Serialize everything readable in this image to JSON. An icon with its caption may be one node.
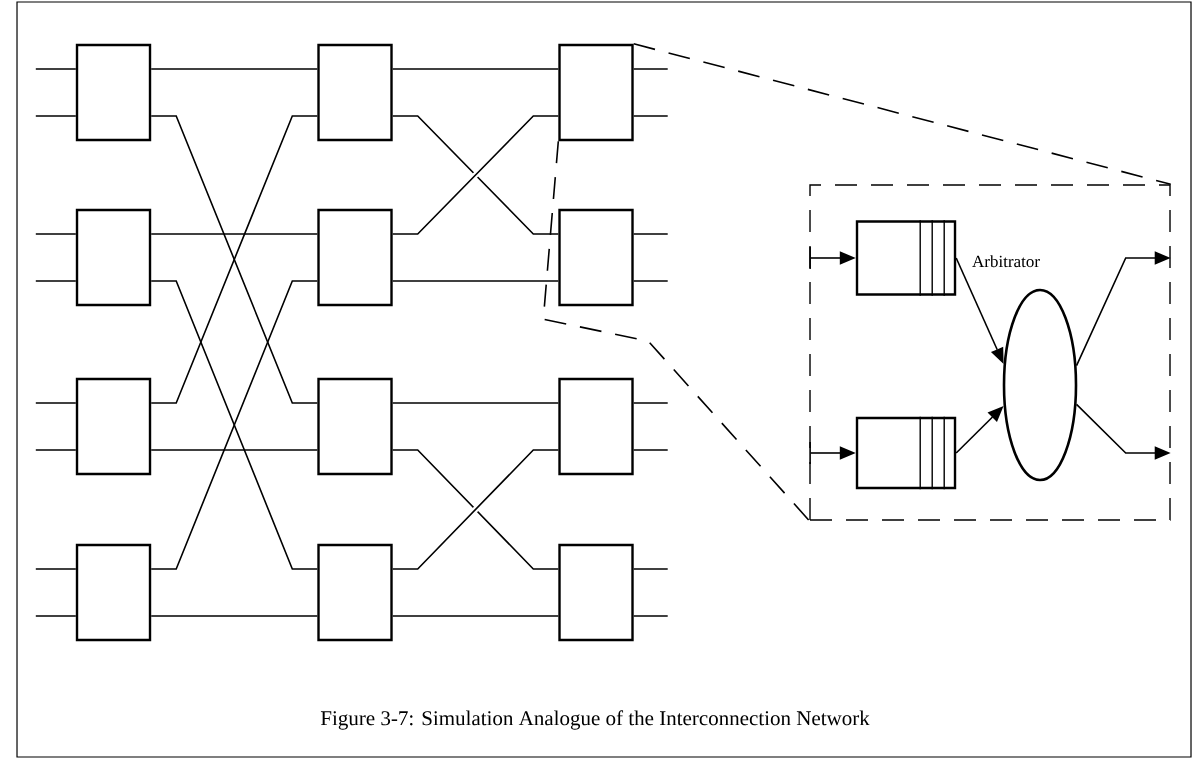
{
  "diagram": {
    "caption": "Figure 3-7: Simulation Analogue of the Interconnection Network",
    "nodes": [
      {
        "text": [],
        "shape": "box"
      },
      {
        "text": [],
        "shape": "box"
      },
      {
        "text": [],
        "shape": "box"
      },
      {
        "text": [],
        "shape": "box"
      },
      {
        "text": [],
        "shape": "box"
      },
      {
        "text": [],
        "shape": "box"
      },
      {
        "text": [],
        "shape": "box"
      },
      {
        "text": [],
        "shape": "box"
      },
      {
        "text": [],
        "shape": "box"
      },
      {
        "text": [],
        "shape": "box"
      },
      {
        "text": [],
        "shape": "box"
      },
      {
        "text": [],
        "shape": "box"
      },
      {
        "text": [],
        "shape": "box"
      },
      {
        "text": [],
        "shape": "box",
        "in": 12
      },
      {
        "text": [],
        "shape": "box",
        "in": 12
      },
      {
        "text": [
          "Arbitrator"
        ],
        "in": 12
      }
    ],
    "edges": [
      {
        "from": 0,
        "to": 4,
        "arrow": "none"
      },
      {
        "from": 0,
        "to": 6,
        "arrow": "none"
      },
      {
        "from": 1,
        "to": 5,
        "arrow": "none"
      },
      {
        "from": 1,
        "to": 7,
        "arrow": "none"
      },
      {
        "from": 2,
        "to": 4,
        "arrow": "none"
      },
      {
        "from": 2,
        "to": 6,
        "arrow": "none"
      },
      {
        "from": 3,
        "to": 5,
        "arrow": "none"
      },
      {
        "from": 3,
        "to": 7,
        "arrow": "none"
      },
      {
        "from": 4,
        "to": 8,
        "arrow": "none"
      },
      {
        "from": 4,
        "to": 9,
        "arrow": "none"
      },
      {
        "from": 5,
        "to": 8,
        "arrow": "none"
      },
      {
        "from": 5,
        "to": 9,
        "arrow": "none"
      },
      {
        "from": 6,
        "to": 10,
        "arrow": "none"
      },
      {
        "from": 6,
        "to": 11,
        "arrow": "none"
      },
      {
        "from": 7,
        "to": 10,
        "arrow": "none"
      },
      {
        "from": 7,
        "to": 11,
        "arrow": "none"
      },
      {
        "from": null,
        "to": 0,
        "arrow": "none"
      },
      {
        "from": null,
        "to": 0,
        "arrow": "none"
      },
      {
        "from": null,
        "to": 1,
        "arrow": "none"
      },
      {
        "from": null,
        "to": 1,
        "arrow": "none"
      },
      {
        "from": null,
        "to": 2,
        "arrow": "none"
      },
      {
        "from": null,
        "to": 2,
        "arrow": "none"
      },
      {
        "from": null,
        "to": 3,
        "arrow": "none"
      },
      {
        "from": null,
        "to": 3,
        "arrow": "none"
      },
      {
        "from": 8,
        "to": null,
        "arrow": "none"
      },
      {
        "from": 8,
        "to": null,
        "arrow": "none"
      },
      {
        "from": 9,
        "to": null,
        "arrow": "none"
      },
      {
        "from": 9,
        "to": null,
        "arrow": "none"
      },
      {
        "from": 10,
        "to": null,
        "arrow": "none"
      },
      {
        "from": 10,
        "to": null,
        "arrow": "none"
      },
      {
        "from": 11,
        "to": null,
        "arrow": "none"
      },
      {
        "from": 11,
        "to": null,
        "arrow": "none"
      },
      {
        "from": 8,
        "to": 12,
        "arrow": "none",
        "style": "dashed"
      },
      {
        "from": 8,
        "to": 12,
        "arrow": "none",
        "style": "dashed"
      },
      {
        "from": 12,
        "to": 13,
        "arrow": "to"
      },
      {
        "from": 12,
        "to": 14,
        "arrow": "to"
      },
      {
        "from": 13,
        "to": 15,
        "arrow": "to"
      },
      {
        "from": 14,
        "to": 15,
        "arrow": "to"
      },
      {
        "from": 15,
        "to": 12,
        "arrow": "to"
      },
      {
        "from": 15,
        "to": 12,
        "arrow": "to"
      }
    ]
  }
}
